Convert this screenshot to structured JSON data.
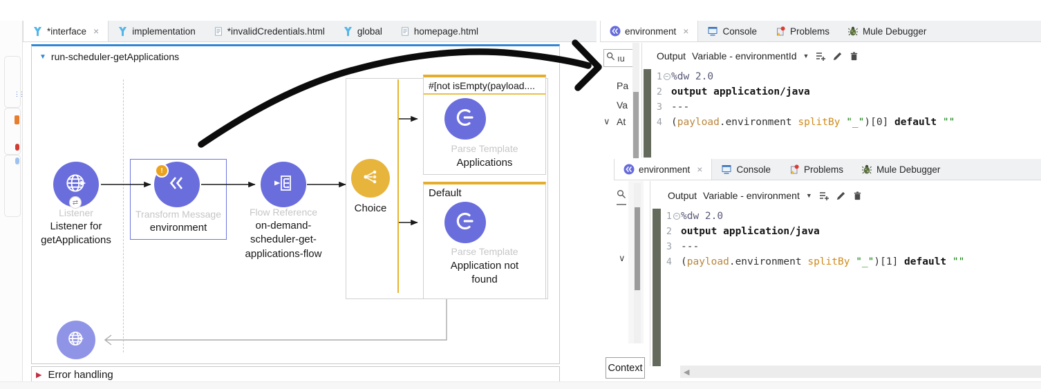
{
  "glyphs": {
    "close": "×",
    "flow_caret": "▼",
    "dropdown_caret": "▼",
    "error_caret": "▶",
    "scroll_left": "◀",
    "chevron_down": "∨",
    "exchange": "⇄",
    "warning": "!",
    "fold_minus": "−"
  },
  "left_editor": {
    "tabs": [
      {
        "label": "*interface"
      },
      {
        "label": "implementation"
      },
      {
        "label": "*invalidCredentials.html"
      },
      {
        "label": "global"
      },
      {
        "label": "homepage.html"
      }
    ],
    "flow": {
      "title": "run-scheduler-getApplications",
      "listener": {
        "type": "Listener",
        "name": "Listener for getApplications"
      },
      "transform": {
        "type": "Transform Message",
        "name": "environment"
      },
      "flow_reference": {
        "type": "Flow Reference",
        "name": "on-demand-scheduler-get-applications-flow"
      },
      "choice": {
        "label": "Choice"
      },
      "when_branch": {
        "condition": "#[not isEmpty(payload....",
        "type": "Parse Template",
        "name": "Applications"
      },
      "default_branch": {
        "header": "Default",
        "type": "Parse Template",
        "name": "Application not found"
      },
      "error_handling_label": "Error handling"
    }
  },
  "right_top": {
    "tabs": [
      {
        "label": "environment"
      },
      {
        "label": "Console"
      },
      {
        "label": "Problems"
      },
      {
        "label": "Mule Debugger"
      }
    ],
    "sidebar": {
      "search_text": "ıu",
      "items": [
        {
          "label": "Pa"
        },
        {
          "label": "Va"
        },
        {
          "label": "At"
        }
      ]
    },
    "header": {
      "output": "Output",
      "variable": "Variable - environmentId"
    },
    "code": [
      {
        "num": "1",
        "tokens": [
          {
            "t": "%dw 2.0",
            "c": "directive"
          }
        ]
      },
      {
        "num": "2",
        "tokens": [
          {
            "t": "output application/java",
            "c": "kw"
          }
        ]
      },
      {
        "num": "3",
        "tokens": [
          {
            "t": "---",
            "c": "plain"
          }
        ]
      },
      {
        "num": "4",
        "tokens": [
          {
            "t": "(",
            "c": "plain"
          },
          {
            "t": "payload",
            "c": "ident"
          },
          {
            "t": ".environment ",
            "c": "plain"
          },
          {
            "t": "splitBy",
            "c": "func"
          },
          {
            "t": " ",
            "c": "plain"
          },
          {
            "t": "\"_\"",
            "c": "str"
          },
          {
            "t": ")[0] ",
            "c": "plain"
          },
          {
            "t": "default",
            "c": "kw"
          },
          {
            "t": " ",
            "c": "plain"
          },
          {
            "t": "\"\"",
            "c": "str"
          }
        ]
      }
    ]
  },
  "right_bottom": {
    "tabs": [
      {
        "label": "environment"
      },
      {
        "label": "Console"
      },
      {
        "label": "Problems"
      },
      {
        "label": "Mule Debugger"
      }
    ],
    "header": {
      "output": "Output",
      "variable": "Variable - environment"
    },
    "context_tab": "Context",
    "code": [
      {
        "num": "1",
        "tokens": [
          {
            "t": "%dw 2.0",
            "c": "directive"
          }
        ]
      },
      {
        "num": "2",
        "tokens": [
          {
            "t": "output application/java",
            "c": "kw"
          }
        ]
      },
      {
        "num": "3",
        "tokens": [
          {
            "t": "---",
            "c": "plain"
          }
        ]
      },
      {
        "num": "4",
        "tokens": [
          {
            "t": "(",
            "c": "plain"
          },
          {
            "t": "payload",
            "c": "ident"
          },
          {
            "t": ".environment ",
            "c": "plain"
          },
          {
            "t": "splitBy",
            "c": "func"
          },
          {
            "t": " ",
            "c": "plain"
          },
          {
            "t": "\"_\"",
            "c": "str"
          },
          {
            "t": ")[1] ",
            "c": "plain"
          },
          {
            "t": "default",
            "c": "kw"
          },
          {
            "t": " ",
            "c": "plain"
          },
          {
            "t": "\"\"",
            "c": "str"
          }
        ]
      }
    ]
  }
}
